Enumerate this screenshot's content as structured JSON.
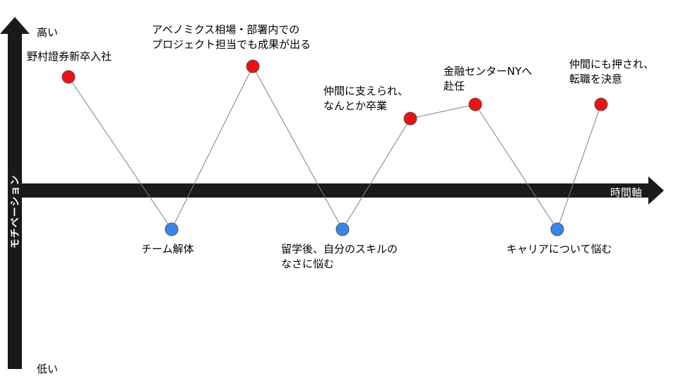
{
  "axes": {
    "y_label": "モチベーション",
    "y_high": "高い",
    "y_low": "低い",
    "x_label": "時間軸"
  },
  "colors": {
    "high": "#ee1111",
    "low": "#3a86e8",
    "axis": "#1a1a1a",
    "line": "#7f7f7f"
  },
  "points": [
    {
      "level": "high",
      "label": "野村證券新卒入社"
    },
    {
      "level": "low",
      "label": "チーム解体"
    },
    {
      "level": "high",
      "label": "アベノミクス相場・部署内での\nプロジェクト担当でも成果が出る"
    },
    {
      "level": "low",
      "label": "留学後、自分のスキルの\nなさに悩む"
    },
    {
      "level": "high",
      "label": "仲間に支えられ、\nなんとか卒業"
    },
    {
      "level": "high",
      "label": "金融センターNYへ\n赴任"
    },
    {
      "level": "low",
      "label": "キャリアについて悩む"
    },
    {
      "level": "high",
      "label": "仲間にも押され、\n転職を決意"
    }
  ]
}
